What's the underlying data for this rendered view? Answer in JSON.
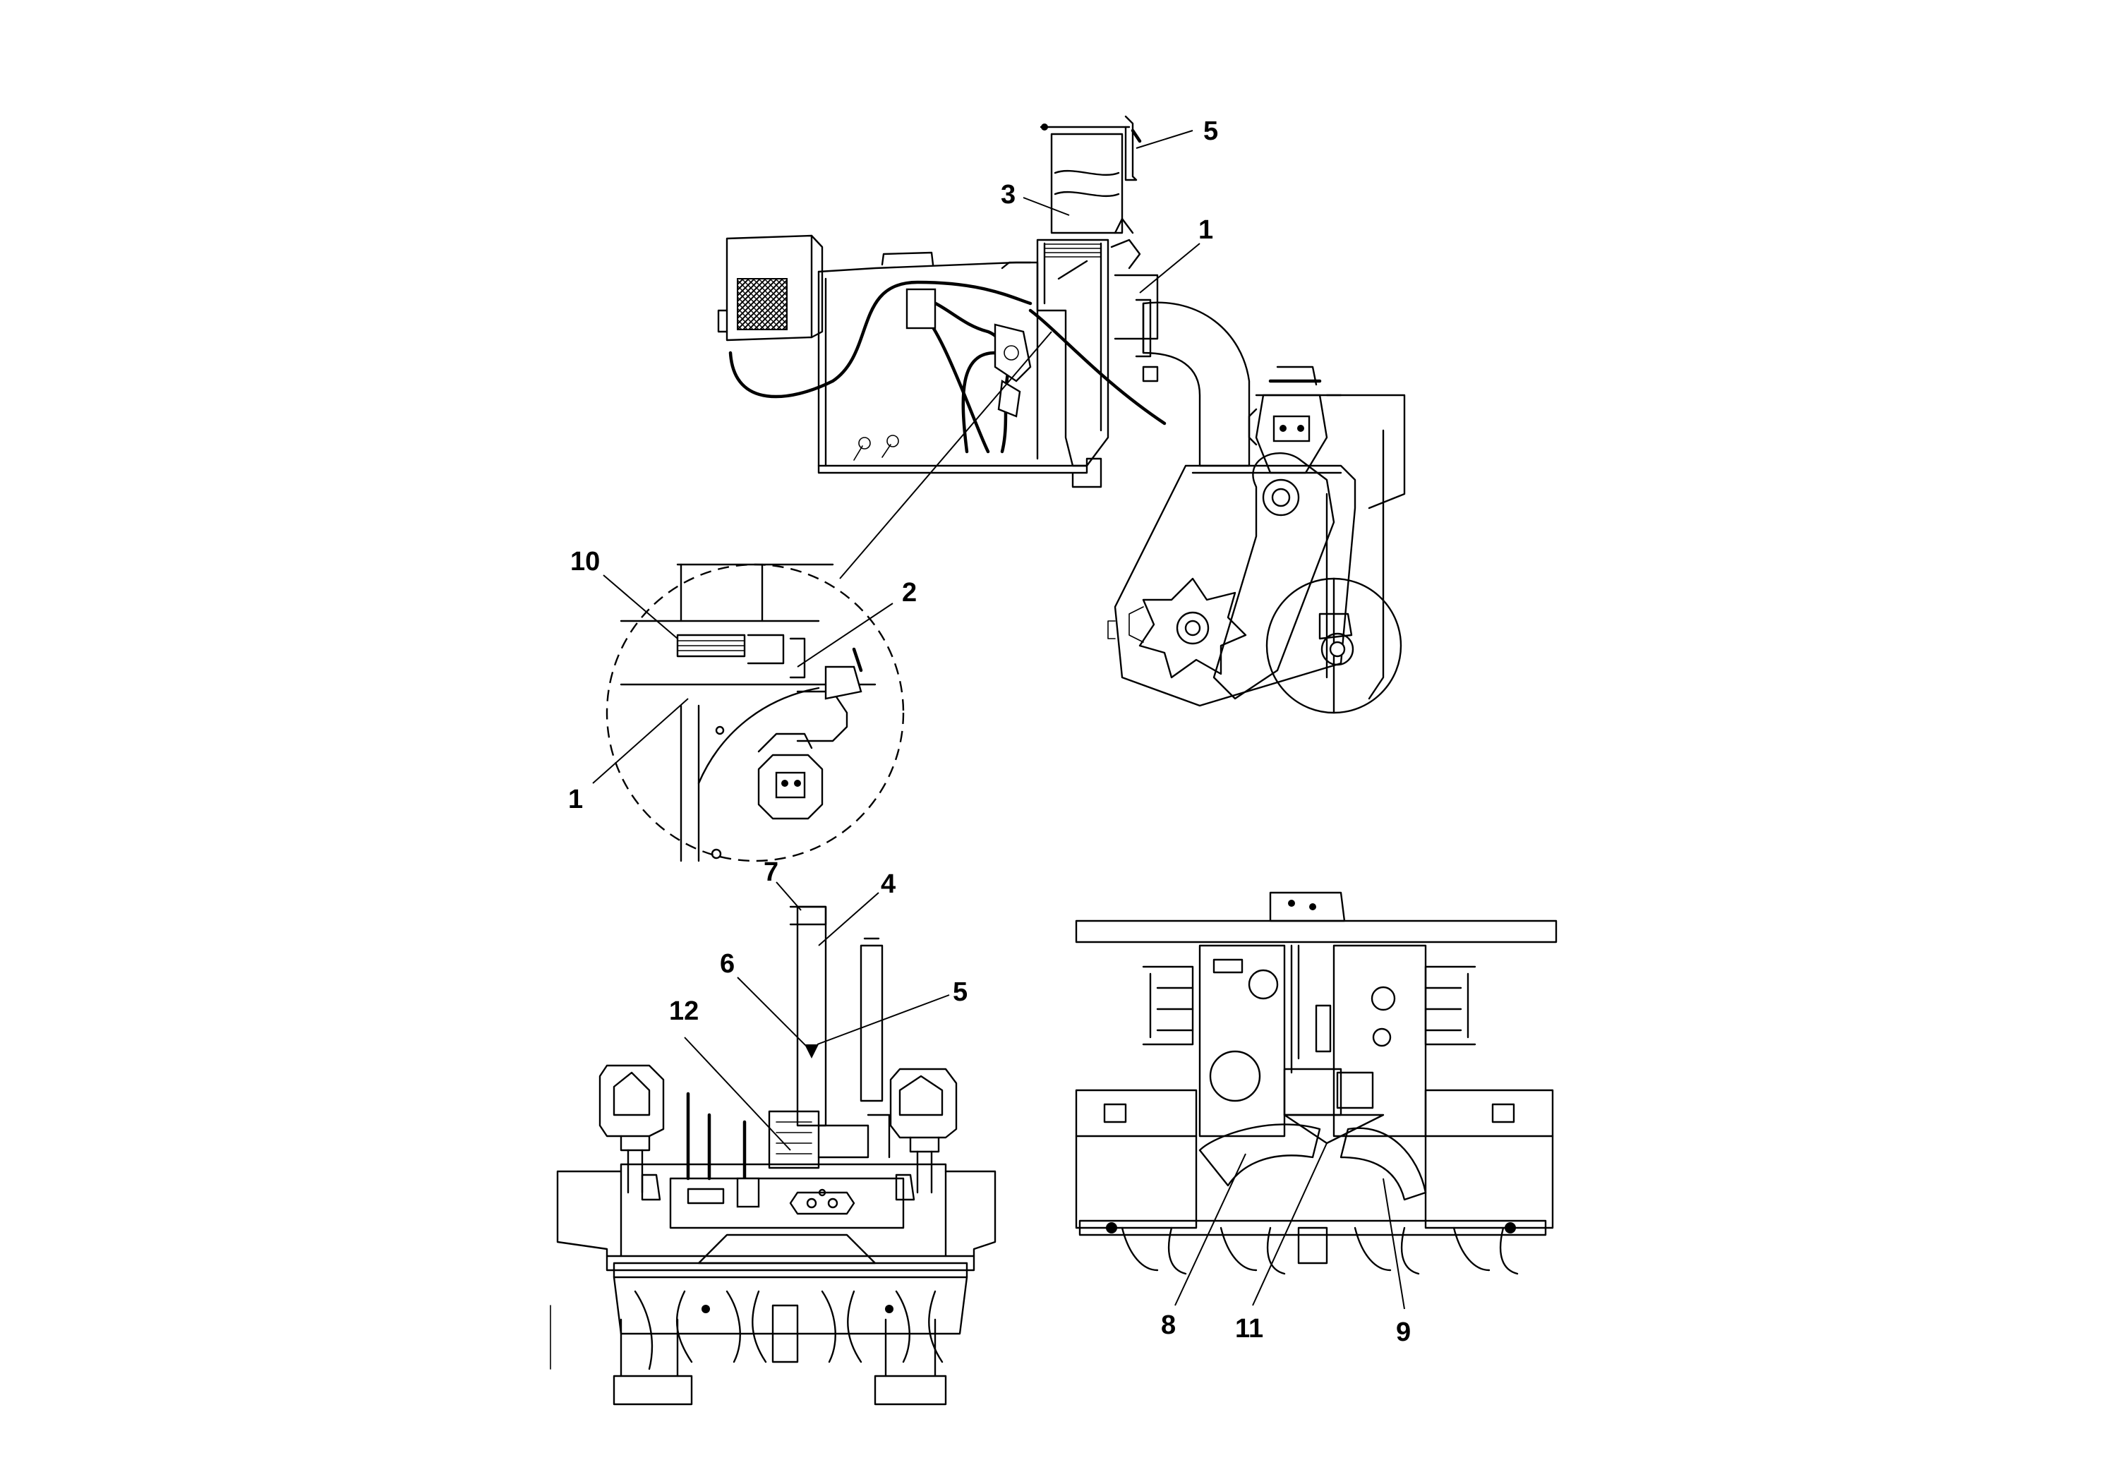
{
  "colors": {
    "ink": "#000000",
    "paper": "#ffffff"
  },
  "callouts": {
    "top": {
      "c5": "5",
      "c3": "3",
      "c1": "1"
    },
    "detail": {
      "c10": "10",
      "c2": "2",
      "c1": "1"
    },
    "rear": {
      "c7": "7",
      "c4": "4",
      "c6": "6",
      "c5": "5",
      "c12": "12"
    },
    "underside": {
      "c8": "8",
      "c11": "11",
      "c9": "9"
    }
  }
}
